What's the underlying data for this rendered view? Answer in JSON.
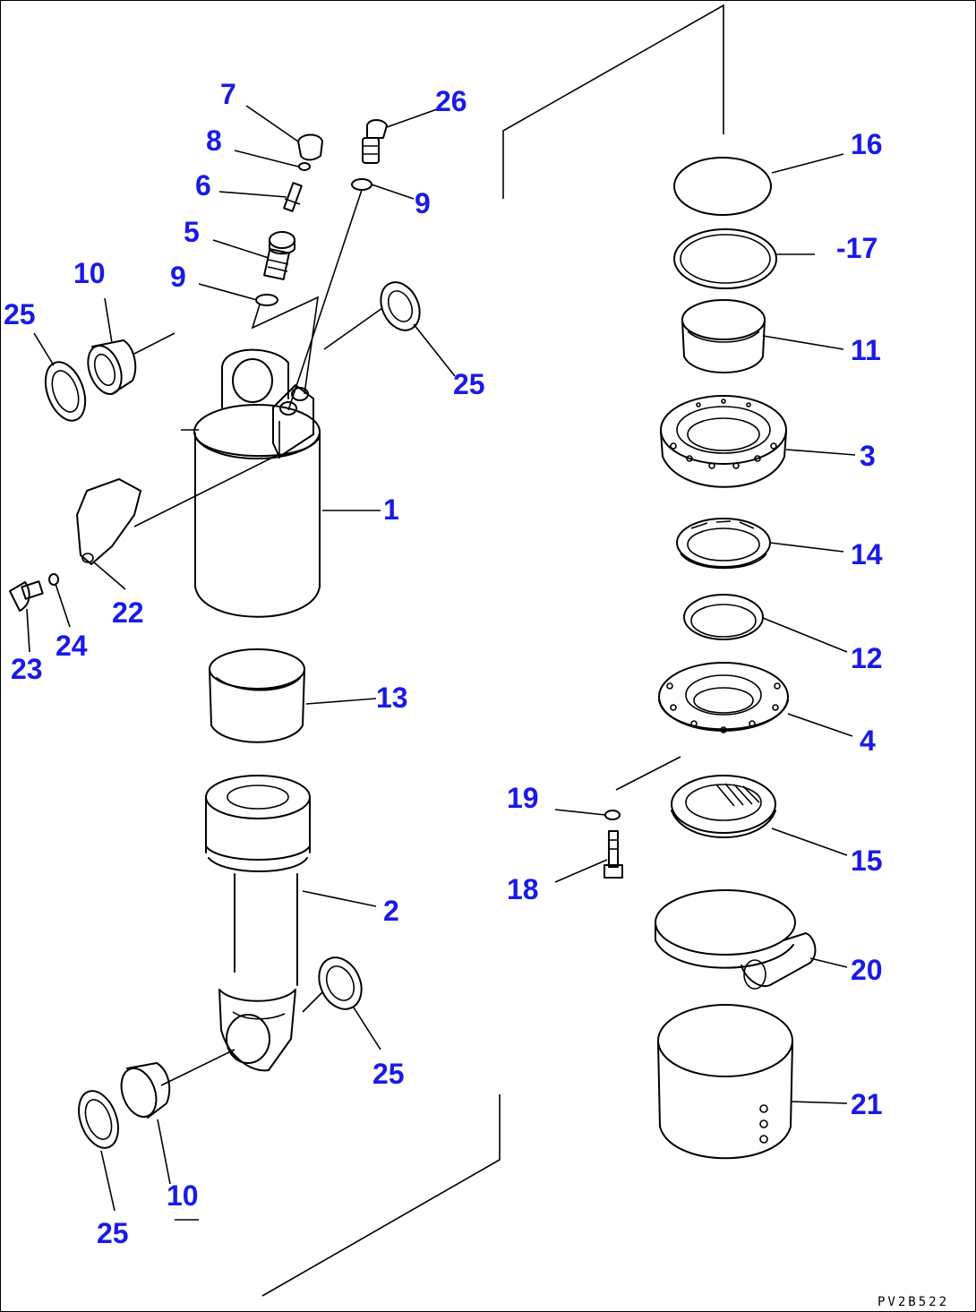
{
  "callouts": {
    "c1": "1",
    "c2": "2",
    "c3": "3",
    "c4": "4",
    "c5": "5",
    "c6": "6",
    "c7": "7",
    "c8": "8",
    "c9a": "9",
    "c9b": "9",
    "c10a": "10",
    "c10b": "10",
    "c11": "11",
    "c12": "12",
    "c13": "13",
    "c14": "14",
    "c15": "15",
    "c16": "16",
    "c17": "-17",
    "c18": "18",
    "c19": "19",
    "c20": "20",
    "c21": "21",
    "c22": "22",
    "c23": "23",
    "c24": "24",
    "c25a": "25",
    "c25b": "25",
    "c25c": "25",
    "c25d": "25",
    "c26": "26"
  },
  "drawing_code": "PV2B522",
  "colors": {
    "callout": "#1a1ae6",
    "line": "#000000",
    "background": "#ffffff"
  }
}
